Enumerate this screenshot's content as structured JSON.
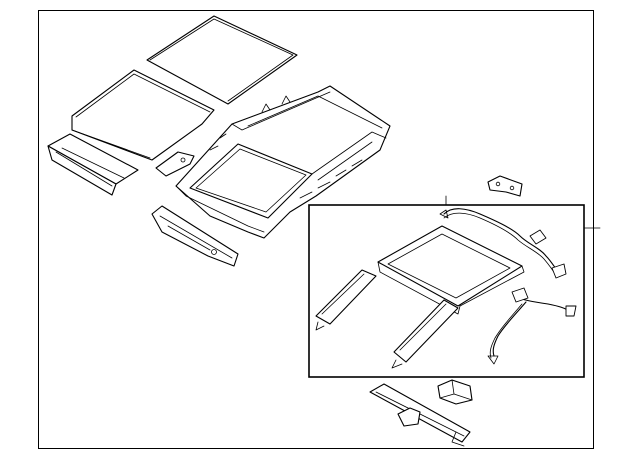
{
  "diagram": {
    "style": "monochrome line-art exploded parts view",
    "stroke_color": "#000000",
    "background_color": "#ffffff",
    "parts": [
      "outer-roof-panel-rear",
      "outer-roof-panel-front",
      "front-header-rail",
      "front-reinforcement-bracket",
      "roof-frame-with-sunroof-opening",
      "rear-header-rail",
      "small-bracket-top-right",
      "sunroof-frame-assembly",
      "sunroof-side-rail-left",
      "sunroof-side-rail-right",
      "drain-hose-front",
      "drain-hose-rear",
      "guide-rail-bottom",
      "sunroof-motor",
      "motor-clip"
    ]
  }
}
